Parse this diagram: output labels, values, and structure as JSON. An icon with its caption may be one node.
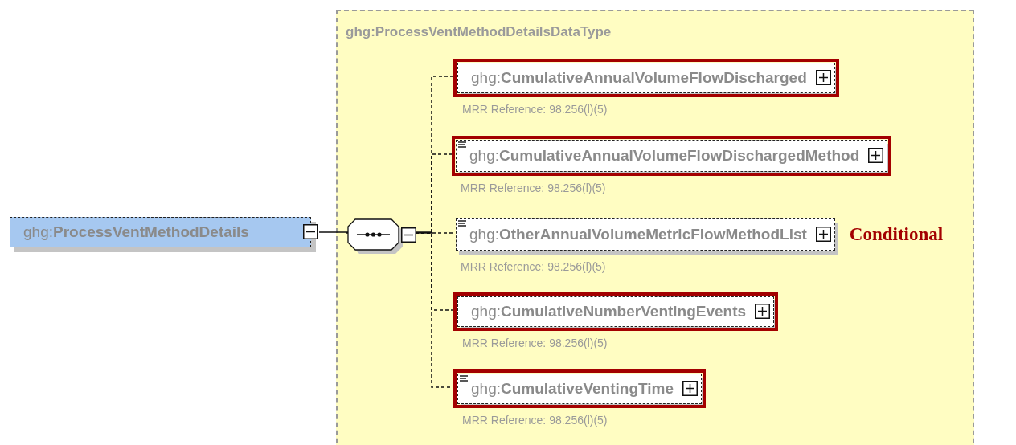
{
  "diagram": {
    "nodes": [
      {
        "text": [
          "ghg:**ProcessVentMethodDetails**"
        ]
      },
      {
        "text": [
          "ghg:ProcessVentMethodDetailsDataType"
        ]
      },
      {
        "text": [],
        "shape": "octagon",
        "in": 1
      },
      {
        "text": [
          "ghg:**CumulativeAnnualVolumeFlowDischarged**"
        ],
        "beside": [
          "MRR Reference: 98.256(l)(5)"
        ],
        "in": 1
      },
      {
        "text": [
          "ghg:**CumulativeAnnualVolumeFlowDischargedMethod**"
        ],
        "beside": [
          "MRR Reference: 98.256(l)(5)"
        ],
        "in": 1
      },
      {
        "text": [
          "ghg:**OtherAnnualVolumeMetricFlowMethodList**"
        ],
        "beside": [
          "MRR Reference: 98.256(l)(5)",
          "Conditional"
        ],
        "in": 1
      },
      {
        "text": [
          "ghg:**CumulativeNumberVentingEvents**"
        ],
        "beside": [
          "MRR Reference: 98.256(l)(5)"
        ],
        "in": 1
      },
      {
        "text": [
          "ghg:**CumulativeVentingTime**"
        ],
        "beside": [
          "MRR Reference: 98.256(l)(5)"
        ],
        "in": 1
      }
    ],
    "edges": [
      {
        "from": 0,
        "to": 2,
        "arrow": "none"
      },
      {
        "from": 2,
        "to": 3,
        "arrow": "none",
        "style": "dashed"
      },
      {
        "from": 2,
        "to": 4,
        "arrow": "none",
        "style": "dashed"
      },
      {
        "from": 2,
        "to": 5,
        "arrow": "none",
        "style": "dashed"
      },
      {
        "from": 2,
        "to": 6,
        "arrow": "none",
        "style": "dashed"
      },
      {
        "from": 2,
        "to": 7,
        "arrow": "none",
        "style": "dashed"
      }
    ]
  }
}
